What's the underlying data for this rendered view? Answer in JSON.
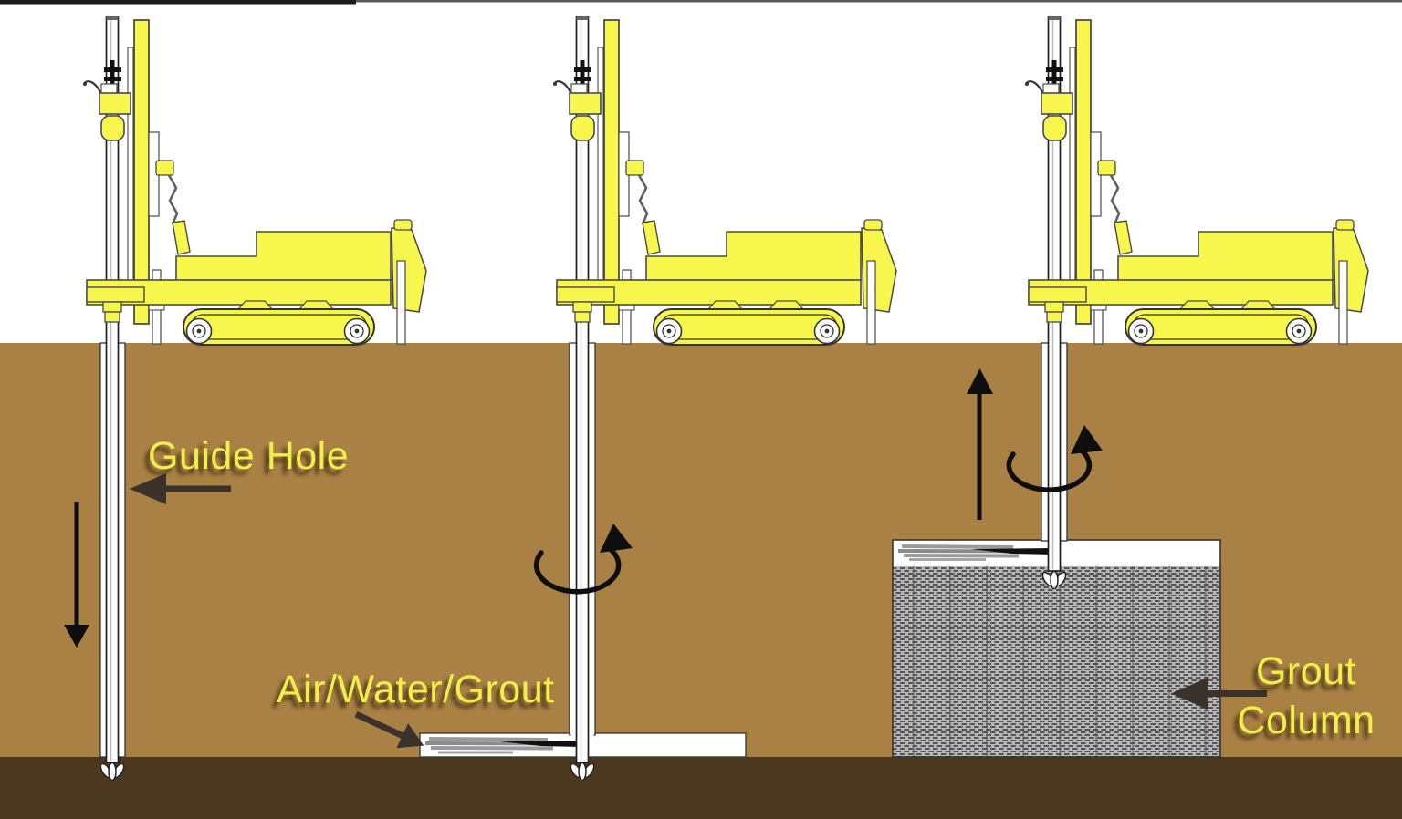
{
  "diagram": {
    "title": "Jet grouting construction sequence diagram",
    "labels": {
      "guide_hole": "Guide Hole",
      "air_water_grout": "Air/Water/Grout",
      "grout_column_line1": "Grout",
      "grout_column_line2": "Column"
    },
    "colors": {
      "sky": "#ffffff",
      "soil_light_brown": "#aa8144",
      "soil_dark_brown": "#4b381e",
      "rig_yellow": "#f6f64c",
      "label_yellow": "#f2ee4b",
      "grout_column_grey": "#b7b7b7",
      "label_arrow_dark": "#3a322b",
      "motion_arrow_black": "#0e0e0e"
    },
    "icons": [
      "down-arrow-icon",
      "guide-hole-arrow-icon",
      "rotation-arrow-icon",
      "air-water-grout-arrow-icon",
      "up-arrow-icon",
      "grout-column-arrow-icon"
    ],
    "scenes": [
      {
        "name": "drill-guide-hole",
        "label": "Guide Hole"
      },
      {
        "name": "jetting",
        "label": "Air/Water/Grout"
      },
      {
        "name": "withdraw-forming-column",
        "label": "Grout Column"
      }
    ]
  }
}
